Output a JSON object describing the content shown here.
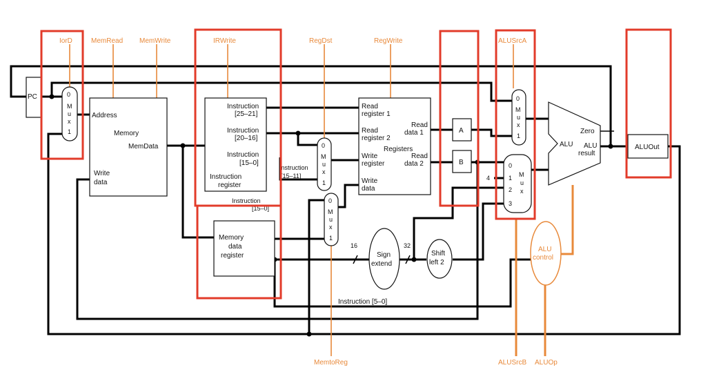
{
  "control_signals": {
    "iord": "IorD",
    "memread": "MemRead",
    "memwrite": "MemWrite",
    "irwrite": "IRWrite",
    "regdst": "RegDst",
    "regwrite": "RegWrite",
    "alusrca": "ALUSrcA",
    "memtoreg": "MemtoReg",
    "alusrcb": "ALUSrcB",
    "aluop": "ALUOp"
  },
  "pc": {
    "label": "PC"
  },
  "mux_iord": {
    "l0": "0",
    "l1": "M",
    "l2": "u",
    "l3": "x",
    "l4": "1"
  },
  "memory": {
    "address": "Address",
    "title": "Memory",
    "memdata": "MemData",
    "write1": "Write",
    "write2": "data"
  },
  "instruction_register": {
    "f1a": "Instruction",
    "f1b": "[25–21]",
    "f2a": "Instruction",
    "f2b": "[20–16]",
    "f3a": "Instruction",
    "f3b": "[15–0]",
    "title1": "Instruction",
    "title2": "register",
    "below1": "Instruction",
    "below2": "[15–0]"
  },
  "instr_15_11": {
    "a": "Instruction",
    "b": "[15–11]"
  },
  "mux_regdst": {
    "l0": "0",
    "l1": "M",
    "l2": "u",
    "l3": "x",
    "l4": "1"
  },
  "mux_memtoreg": {
    "l0": "0",
    "l1": "M",
    "l2": "u",
    "l3": "x",
    "l4": "1"
  },
  "registers": {
    "rr1a": "Read",
    "rr1b": "register 1",
    "rr2a": "Read",
    "rr2b": "register 2",
    "title": "Registers",
    "wra": "Write",
    "wrb": "register",
    "wda": "Write",
    "wdb": "data",
    "rd1a": "Read",
    "rd1b": "data 1",
    "rd2a": "Read",
    "rd2b": "data 2"
  },
  "reg_a": {
    "label": "A"
  },
  "reg_b": {
    "label": "B"
  },
  "mux_alusrca": {
    "l0": "0",
    "l1": "M",
    "l2": "u",
    "l3": "x",
    "l4": "1"
  },
  "mux_alusrcb": {
    "i0": "0",
    "i1": "1",
    "i2": "2",
    "i3": "3",
    "m": "M",
    "u": "u",
    "x": "x"
  },
  "const_four": "4",
  "alu": {
    "label": "ALU",
    "zero": "Zero",
    "result1": "ALU",
    "result2": "result"
  },
  "aluout": {
    "label": "ALUOut"
  },
  "alu_control": {
    "l1": "ALU",
    "l2": "control"
  },
  "mdr": {
    "l1": "Memory",
    "l2": "data",
    "l3": "register"
  },
  "sign_extend": {
    "l1": "Sign",
    "l2": "extend",
    "in_width": "16",
    "out_width": "32"
  },
  "shift_left": {
    "l1": "Shift",
    "l2": "left 2"
  },
  "instr_5_0": "Instruction [5–0]"
}
